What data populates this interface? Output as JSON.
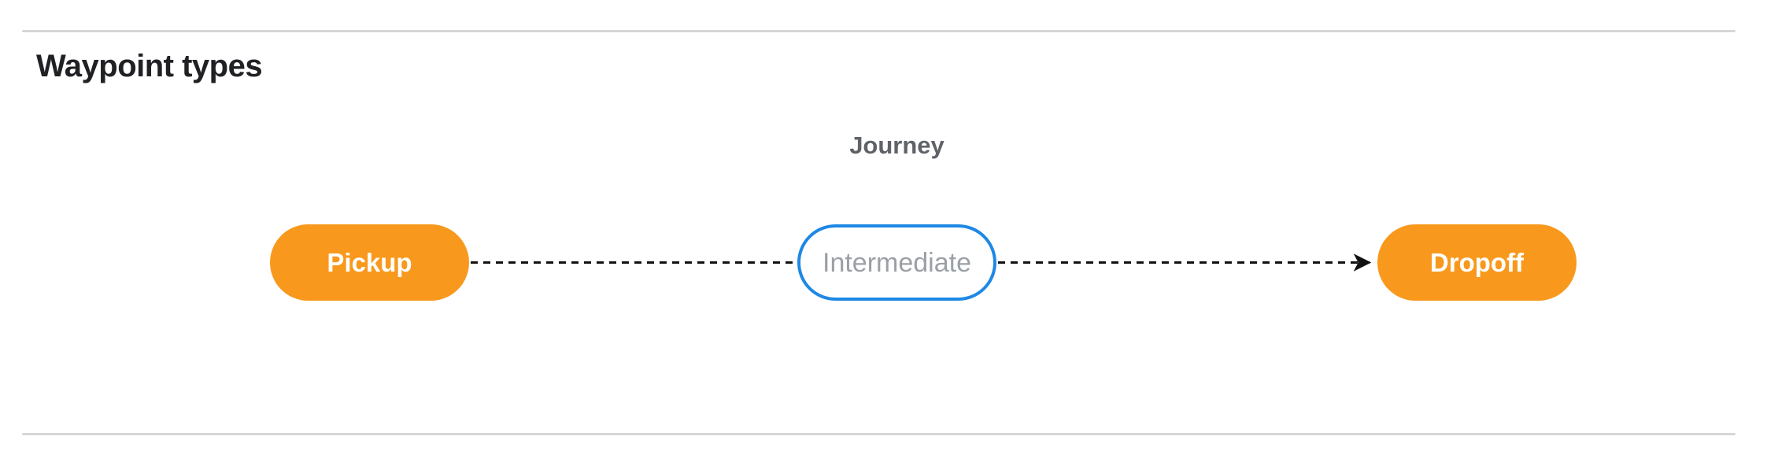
{
  "page": {
    "heading": "Waypoint types"
  },
  "diagram": {
    "title": "Journey",
    "nodes": [
      {
        "id": "pickup",
        "label": "Pickup",
        "style": "filled-orange"
      },
      {
        "id": "intermediate",
        "label": "Intermediate",
        "style": "outlined-blue"
      },
      {
        "id": "dropoff",
        "label": "Dropoff",
        "style": "filled-orange"
      }
    ],
    "edges": [
      {
        "from": "pickup",
        "to": "intermediate",
        "style": "dashed",
        "arrowhead": false
      },
      {
        "from": "intermediate",
        "to": "dropoff",
        "style": "dashed",
        "arrowhead": true
      }
    ],
    "colors": {
      "node_fill": "#f8991d",
      "node_fill_text": "#ffffff",
      "node_outline": "#1e88e5",
      "node_outline_text": "#9aa0a6",
      "journey_label": "#5f6368",
      "edge": "#111111",
      "heading": "#202124",
      "divider": "#d6d6d6",
      "background": "#ffffff"
    }
  }
}
